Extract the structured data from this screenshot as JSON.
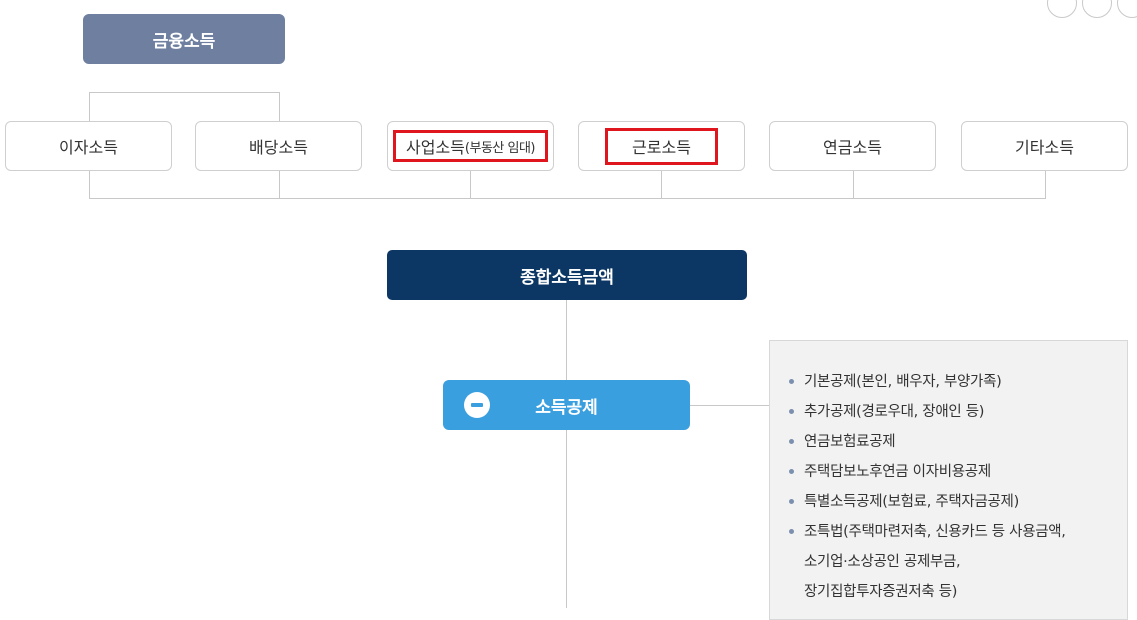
{
  "top_box": {
    "label": "금융소득"
  },
  "incomes": [
    {
      "label": "이자소득"
    },
    {
      "label": "배당소득"
    },
    {
      "label": "사업소득",
      "suffix": "(부동산 임대)"
    },
    {
      "label": "근로소득"
    },
    {
      "label": "연금소득"
    },
    {
      "label": "기타소득"
    }
  ],
  "total_box": {
    "label": "종합소득금액"
  },
  "deduction_box": {
    "label": "소득공제"
  },
  "deduction_details": [
    "기본공제(본인, 배우자, 부양가족)",
    "추가공제(경로우대, 장애인 등)",
    "연금보험료공제",
    "주택담보노후연금 이자비용공제",
    "특별소득공제(보험료, 주택자금공제)"
  ],
  "deduction_last": {
    "line1": "조특법(주택마련저축, 신용카드 등 사용금액,",
    "line2": "소기업·소상공인 공제부금,",
    "line3": "장기집합투자증권저축 등)"
  },
  "colors": {
    "top_box": "#6e7fa0",
    "total_box": "#0c3764",
    "deduction_box": "#3a9fdf",
    "highlight": "#e0161e"
  }
}
